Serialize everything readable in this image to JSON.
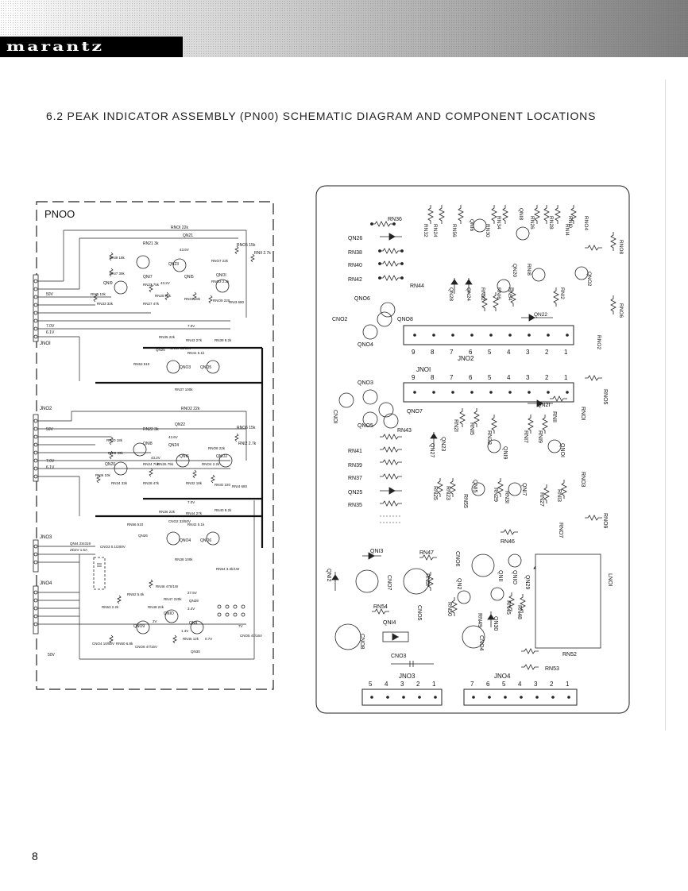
{
  "header": {
    "brand": "marantz"
  },
  "title": "6.2 PEAK INDICATOR ASSEMBLY (PN00) SCHEMATIC DIAGRAM AND COMPONENT LOCATIONS",
  "schematic": {
    "board": "PNOO",
    "connectors": [
      "JNOI",
      "JNO2",
      "JNO3",
      "JNO4"
    ],
    "voltages": [
      "50V",
      "7.0V",
      "6.1V",
      "43.6V",
      "43.2V"
    ],
    "channel_a": {
      "rails": [
        "RNOI 22k",
        "QN21",
        "RNO5 15k",
        "RNII 2.7k"
      ],
      "parts": [
        "RN21 3k",
        "RNI9 18k",
        "RNI7 39k",
        "QNI9",
        "RNI5 10k",
        "RN33 33k",
        "QNI7",
        "RN23 75k",
        "RN25 75k",
        "RN27 47k",
        "QNI5",
        "RN31 18k",
        "RNO3 2.2k",
        "QNOI",
        "RNO9 220",
        "RNI3 680",
        "QN23",
        "RNO7 22k"
      ],
      "lower": [
        "RN35 22k",
        "QN25",
        "CNOI 33/50V",
        "RN43 27k",
        "RN41 5.1k",
        "RN39 8.2k",
        "RN53 510",
        "QNO3",
        "QNO5",
        "RN37 100k"
      ]
    },
    "channel_b": {
      "rails": [
        "RNO2 22k",
        "QN22",
        "RNO6 15k",
        "RNI2 2.7k"
      ],
      "parts": [
        "RN22 3k",
        "RN20 18k",
        "RNI8 39k",
        "QN20",
        "RNI6 10k",
        "RN34 33k",
        "QNI8",
        "RN24 75k",
        "RN26 75k",
        "RN28 47k",
        "QNI6",
        "RN32 18k",
        "RNO4 2.2k",
        "QNO2",
        "RNIO 220",
        "RNI4 680",
        "QN24",
        "RNO8 22k"
      ],
      "lower": [
        "RN36 22k",
        "QN26",
        "CNO2 33/50V",
        "RN44 27k",
        "RN42 5.1k",
        "RN40 8.2k",
        "RN56 510",
        "QNO4",
        "QNO6",
        "RN38 100k"
      ]
    },
    "power": [
      "QNI4 2SI319",
      "ZD2V 1.5A",
      "CNO3 0.1/200V",
      "RN54 3.3k/1W",
      "RN46 470/1W",
      "RN52 5.6k",
      "RN47 220k",
      "27.5V",
      "QN29",
      "3.4V",
      "RN48 24k",
      "QNIO",
      "RN53 2.2k",
      "QNO9",
      "CNO4 10/50V",
      "RN50 6.8k",
      "CNO6 47/16V",
      "QNII",
      "RN45 12k",
      "QN30",
      "CNO5 47/16V",
      "2V",
      "1.4V",
      "0.7V",
      "7V"
    ]
  },
  "layout": {
    "connectors": {
      "jn02": {
        "label": "JNO2",
        "pins": [
          "9",
          "8",
          "7",
          "6",
          "5",
          "4",
          "3",
          "2",
          "1"
        ]
      },
      "jn01": {
        "label": "JNOI",
        "pins": [
          "9",
          "8",
          "7",
          "6",
          "5",
          "4",
          "3",
          "2",
          "1"
        ]
      },
      "jn03": {
        "label": "JNO3",
        "pins": [
          "5",
          "4",
          "3",
          "2",
          "1"
        ]
      },
      "jn04": {
        "label": "JNO4",
        "pins": [
          "7",
          "6",
          "5",
          "4",
          "3",
          "2",
          "1"
        ]
      }
    },
    "upper_labels": [
      "RN36",
      "QN26",
      "RN38",
      "RN40",
      "RN42",
      "RN44",
      "QNO6",
      "QNO8",
      "CNO2",
      "QNO4",
      "RN32",
      "RN24",
      "RN56",
      "QNI6",
      "RN34",
      "RN30",
      "QNI8",
      "RN26",
      "RN28",
      "RNI0",
      "RNO4",
      "RNO8",
      "RNI4",
      "RNO6",
      "RNO2",
      "QNO2",
      "QN20",
      "RNI8",
      "QN28",
      "QN24",
      "RN22",
      "RNI6",
      "RN54",
      "RNI2",
      "QN22"
    ],
    "middle_labels": [
      "QNO3",
      "CNOI",
      "QNO5",
      "QNO7",
      "RN43",
      "RN41",
      "RN39",
      "RN37",
      "QN25",
      "RN35",
      "RN2I",
      "RNI5",
      "QN27",
      "QN23",
      "RN33",
      "RNI7",
      "QNI9",
      "RNI9",
      "QNOI",
      "QN2I",
      "RNOI",
      "RNO5",
      "RN25",
      "RN23",
      "RN55",
      "QNI5",
      "RN29",
      "RN3I",
      "QNI7",
      "RNI3",
      "RN27",
      "RNO3",
      "RNO9",
      "RNII",
      "RNO7"
    ],
    "lower_labels": [
      "RN46",
      "QNI3",
      "RN47",
      "CNO6",
      "QN29",
      "LNOI",
      "QNI2",
      "CNO7",
      "RN5I",
      "CNO5",
      "QN2",
      "QNII",
      "QNIO",
      "RN50",
      "RN54",
      "QNI4",
      "RN48",
      "RN49",
      "QN30",
      "RN45",
      "CNO8",
      "CNO4",
      "CNO3",
      "RN52",
      "RN53"
    ]
  },
  "page_number": "8"
}
